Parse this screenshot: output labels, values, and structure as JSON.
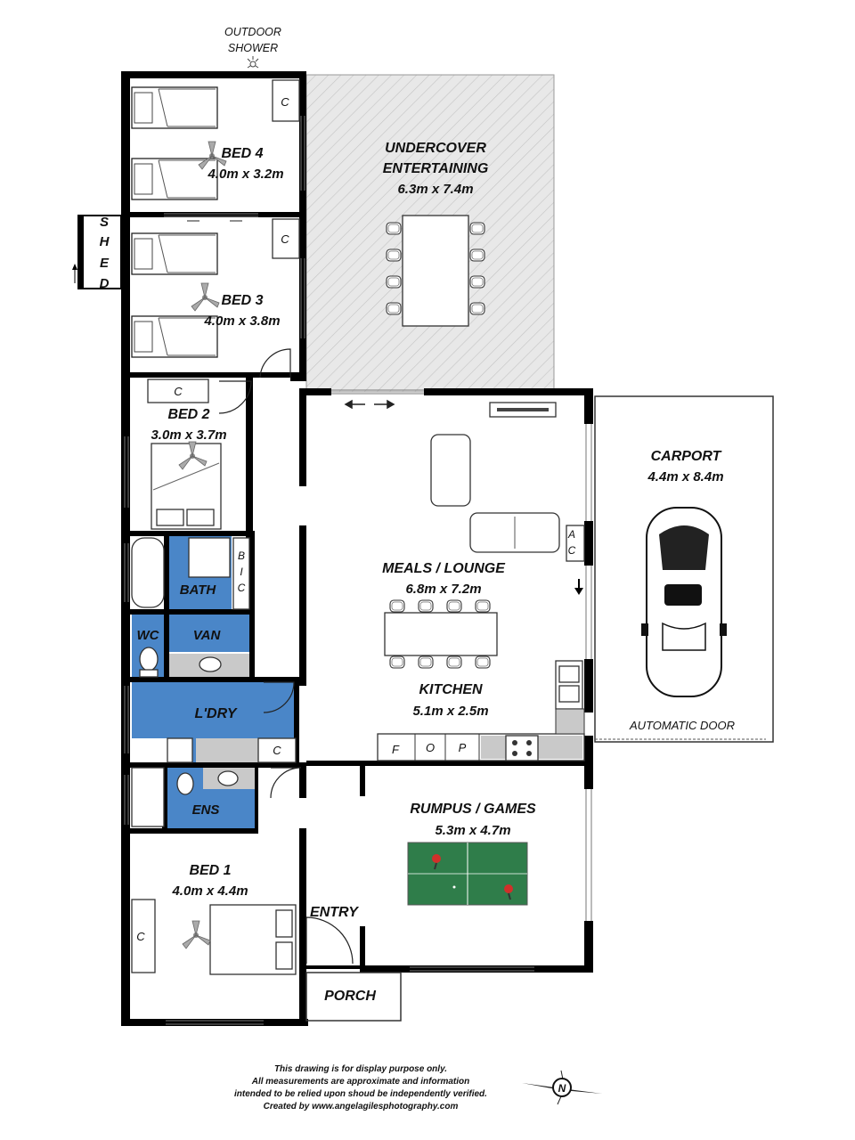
{
  "labels": {
    "outdoor_shower": [
      "OUTDOOR",
      "SHOWER"
    ],
    "shed": [
      "S",
      "H",
      "E",
      "D"
    ],
    "automatic_door": "AUTOMATIC DOOR",
    "entry": "ENTRY",
    "porch": "PORCH",
    "closet": "C",
    "bic": [
      "B",
      "I",
      "C"
    ],
    "ac": [
      "A",
      "C"
    ],
    "kitchen_cabinets": [
      "F",
      "O",
      "P"
    ]
  },
  "rooms": {
    "undercover": {
      "name": [
        "UNDERCOVER",
        "ENTERTAINING"
      ],
      "dims": "6.3m x 7.4m"
    },
    "bed4": {
      "name": "BED 4",
      "dims": "4.0m x 3.2m"
    },
    "bed3": {
      "name": "BED 3",
      "dims": "4.0m x 3.8m"
    },
    "bed2": {
      "name": "BED 2",
      "dims": "3.0m x 3.7m"
    },
    "bath": {
      "name": "BATH"
    },
    "wc": {
      "name": "WC"
    },
    "van": {
      "name": "VAN"
    },
    "laundry": {
      "name": "L'DRY"
    },
    "ens": {
      "name": "ENS"
    },
    "bed1": {
      "name": "BED 1",
      "dims": "4.0m x 4.4m"
    },
    "meals": {
      "name": "MEALS / LOUNGE",
      "dims": "6.8m x 7.2m"
    },
    "kitchen": {
      "name": "KITCHEN",
      "dims": "5.1m x 2.5m"
    },
    "carport": {
      "name": "CARPORT",
      "dims": "4.4m x 8.4m"
    },
    "rumpus": {
      "name": "RUMPUS / GAMES",
      "dims": "5.3m x 4.7m"
    }
  },
  "disclaimer": [
    "This drawing is for display purpose only.",
    "All measurements are approximate and information",
    "intended to be relied upon shoud be independently verified.",
    "Created by www.angelagilesphotography.com"
  ],
  "compass": "N",
  "colors": {
    "wet_area": "#4a86c8",
    "hatch": "#e4e4e4",
    "table_tennis": "#2f7d4a",
    "bench": "#c9c9c9"
  }
}
